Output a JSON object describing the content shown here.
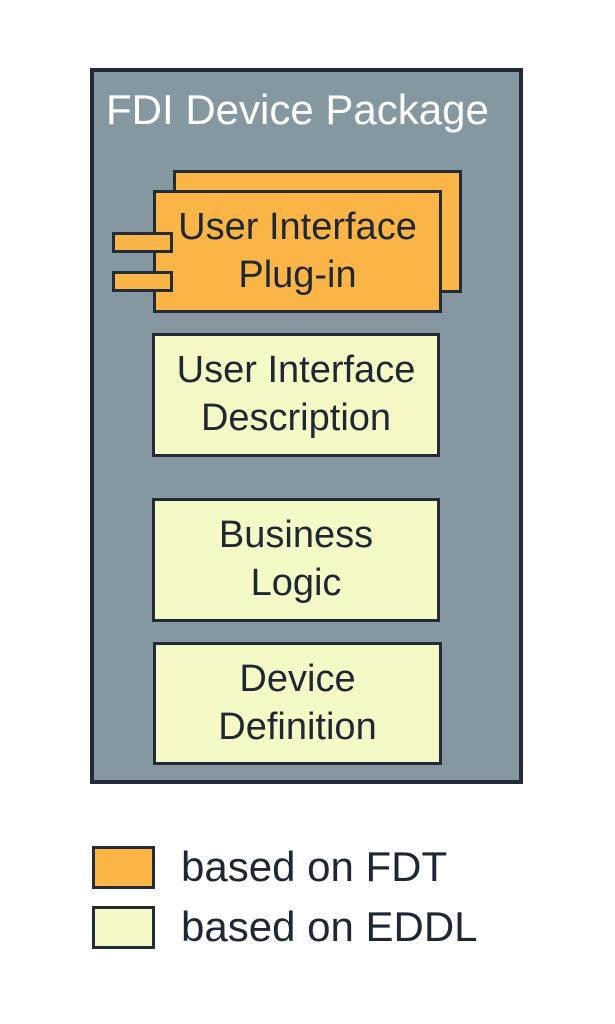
{
  "diagram": {
    "title": "FDI Device Package",
    "plugin_component": {
      "line1": "User Interface",
      "line2": "Plug-in"
    },
    "eddl_boxes": [
      {
        "line1": "User Interface",
        "line2": "Description"
      },
      {
        "line1": "Business",
        "line2": "Logic"
      },
      {
        "line1": "Device",
        "line2": "Definition"
      }
    ],
    "colors": {
      "page_background": "#FFFFFF",
      "container_fill": "#8597A0",
      "border_dark": "#232B38",
      "fdt_orange": "#FBB546",
      "eddl_yellow": "#F5F9C6",
      "title_text": "#FFFFFF",
      "label_text": "#1F2734"
    }
  },
  "legend": {
    "items": [
      {
        "swatch_color": "#FBB546",
        "label": "based on FDT"
      },
      {
        "swatch_color": "#F5F9C6",
        "label": "based on EDDL"
      }
    ]
  }
}
